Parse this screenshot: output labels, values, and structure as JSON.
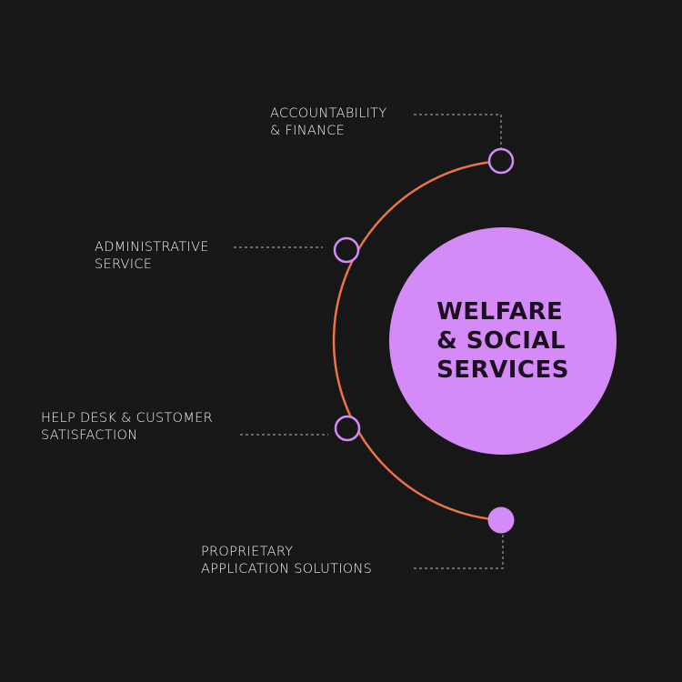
{
  "colors": {
    "background": "#171717",
    "accent_purple": "#d58bf7",
    "arc_orange": "#ea7546",
    "connector": "#9a9a9a",
    "label_text": "#f2f2f2",
    "center_text": "#1c0f22"
  },
  "center": {
    "title_lines": [
      "WELFARE",
      "& SOCIAL",
      "SERVICES"
    ]
  },
  "nodes": [
    {
      "id": "accountability",
      "line1": "ACCOUNTABILITY",
      "line2": "& FINANCE",
      "filled": false
    },
    {
      "id": "administrative",
      "line1": "ADMINISTRATIVE",
      "line2": "SERVICE",
      "filled": false
    },
    {
      "id": "helpdesk",
      "line1": "HELP DESK & CUSTOMER",
      "line2": "SATISFACTION",
      "filled": false
    },
    {
      "id": "proprietary",
      "line1": "PROPRIETARY",
      "line2": "APPLICATION SOLUTIONS",
      "filled": true
    }
  ]
}
